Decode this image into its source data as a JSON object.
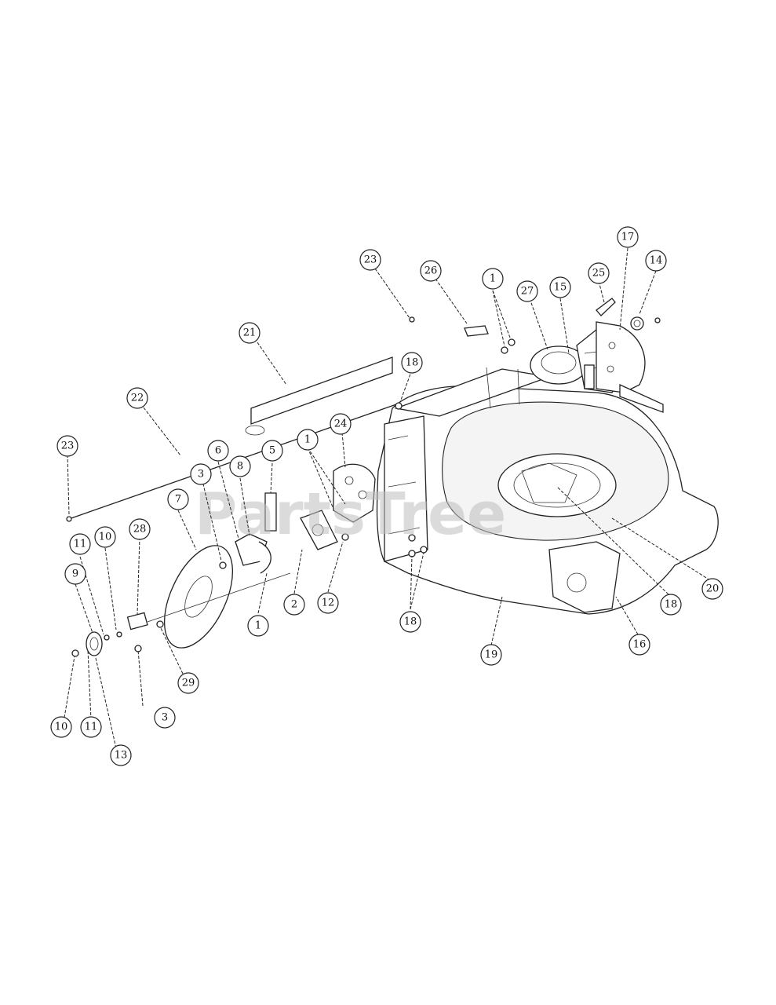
{
  "watermark": "PartsTree",
  "callouts": [
    {
      "label": "1"
    },
    {
      "label": "1"
    },
    {
      "label": "1"
    },
    {
      "label": "2"
    },
    {
      "label": "3"
    },
    {
      "label": "3"
    },
    {
      "label": "5"
    },
    {
      "label": "6"
    },
    {
      "label": "7"
    },
    {
      "label": "8"
    },
    {
      "label": "9"
    },
    {
      "label": "10"
    },
    {
      "label": "10"
    },
    {
      "label": "11"
    },
    {
      "label": "11"
    },
    {
      "label": "12"
    },
    {
      "label": "13"
    },
    {
      "label": "14"
    },
    {
      "label": "15"
    },
    {
      "label": "16"
    },
    {
      "label": "17"
    },
    {
      "label": "18"
    },
    {
      "label": "18"
    },
    {
      "label": "18"
    },
    {
      "label": "19"
    },
    {
      "label": "20"
    },
    {
      "label": "21"
    },
    {
      "label": "22"
    },
    {
      "label": "23"
    },
    {
      "label": "23"
    },
    {
      "label": "24"
    },
    {
      "label": "25"
    },
    {
      "label": "26"
    },
    {
      "label": "27"
    },
    {
      "label": "28"
    },
    {
      "label": "29"
    }
  ]
}
